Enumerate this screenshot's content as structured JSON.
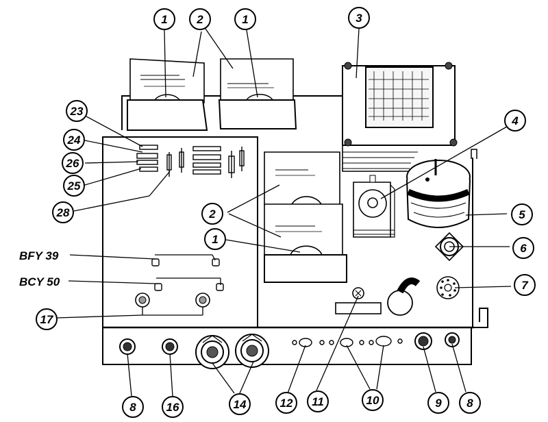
{
  "callouts": {
    "c1a": "1",
    "c2a": "2",
    "c1b": "1",
    "c3": "3",
    "c23": "23",
    "c24": "24",
    "c26": "26",
    "c25": "25",
    "c28": "28",
    "c4": "4",
    "c5": "5",
    "c2b": "2",
    "c1c": "1",
    "c6": "6",
    "c7": "7",
    "c17": "17",
    "c8a": "8",
    "c16": "16",
    "c14": "14",
    "c12": "12",
    "c11": "11",
    "c10": "10",
    "c9": "9",
    "c8b": "8"
  },
  "labels": {
    "bfy39": "BFY 39",
    "bcy50": "BCY 50"
  }
}
